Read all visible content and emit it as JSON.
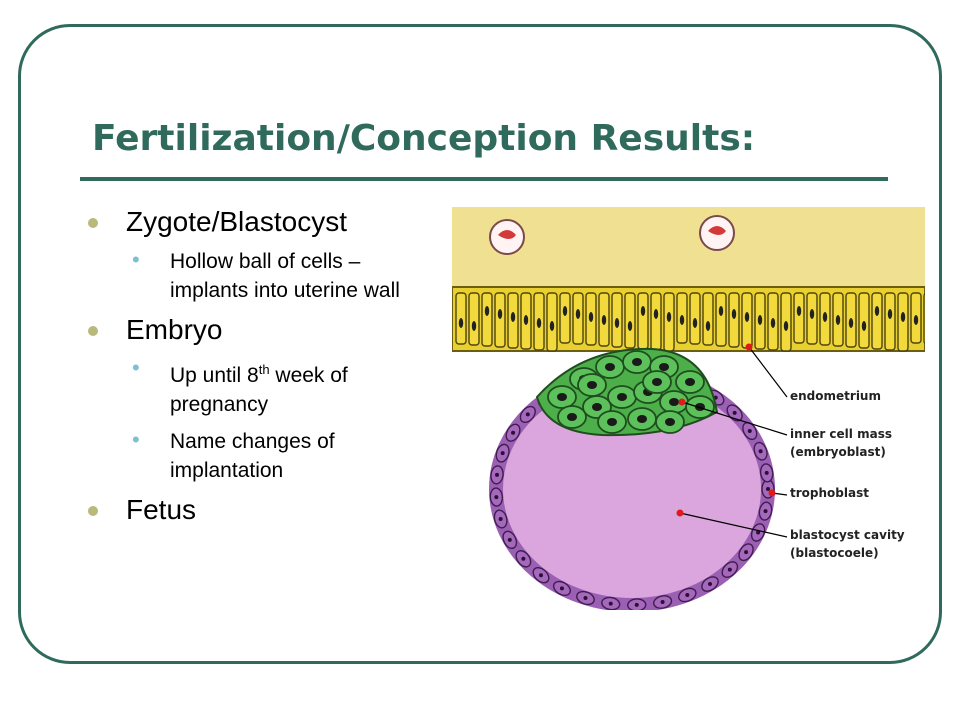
{
  "slide": {
    "title": "Fertilization/Conception Results:",
    "bullets": [
      {
        "text": "Zygote/Blastocyst",
        "sub": [
          {
            "text": "Hollow ball of cells – implants into uterine wall"
          }
        ]
      },
      {
        "text": "Embryo",
        "sub": [
          {
            "pre": "Up until 8",
            "sup": "th",
            "post": " week of pregnancy"
          },
          {
            "text": "Name changes of implantation"
          }
        ]
      },
      {
        "text": "Fetus"
      }
    ]
  },
  "diagram": {
    "labels": {
      "endometrium": "endometrium",
      "inner_cell_mass": "inner cell mass",
      "embryoblast": "(embryoblast)",
      "trophoblast": "trophoblast",
      "blastocyst_cavity": "blastocyst cavity",
      "blastocoele": "(blastocoele)"
    }
  },
  "colors": {
    "accent": "#2f6a5c",
    "bullet_l1": "#b9b97c",
    "bullet_l2": "#7cc0d2",
    "tissue": "#efe092",
    "epithelium": "#e8d030",
    "trophoblast": "#9b5fb4",
    "cavity": "#dba6dd",
    "inner_mass": "#4caf4a",
    "pointer": "#e01a1a"
  }
}
